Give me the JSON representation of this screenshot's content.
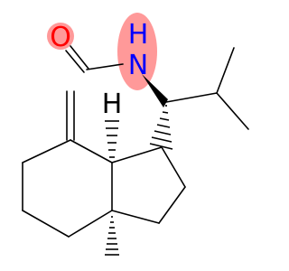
{
  "molecule": {
    "atom_labels": {
      "oxygen": "O",
      "nitrogen": "N",
      "nitrogen_hydrogen": "H",
      "ring_fusion_hydrogen": "H"
    },
    "colors": {
      "bond": "#000000",
      "oxygen": "#ff0000",
      "nitrogen": "#0000ff",
      "highlight": "#ff9999",
      "background": "#ffffff"
    }
  }
}
